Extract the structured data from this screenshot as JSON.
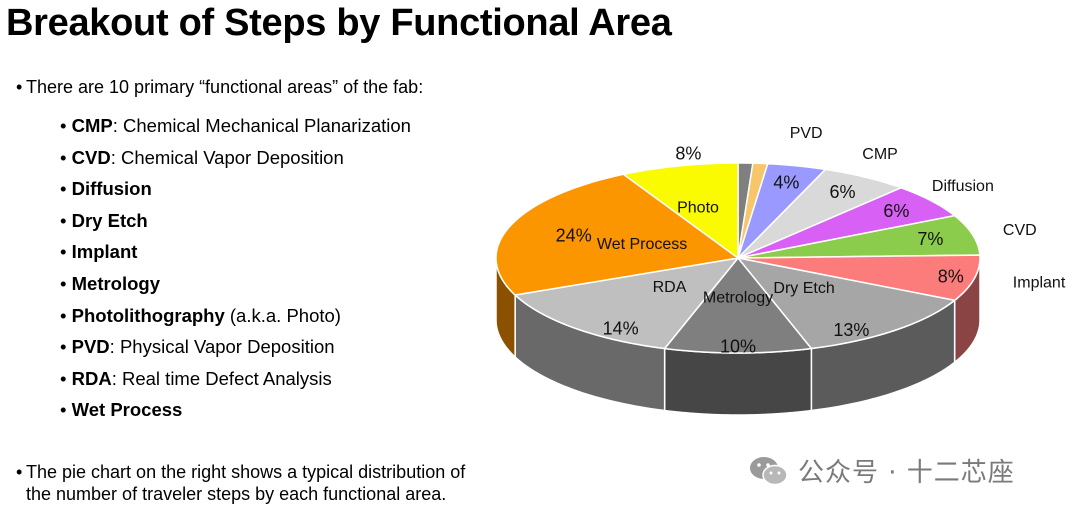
{
  "title": "Breakout of Steps by Functional Area",
  "intro": "There are 10 primary “functional areas” of the fab:",
  "areas": [
    {
      "name": "CMP",
      "desc": ": Chemical Mechanical Planarization"
    },
    {
      "name": "CVD",
      "desc": ": Chemical Vapor Deposition"
    },
    {
      "name": "Diffusion",
      "desc": ""
    },
    {
      "name": "Dry Etch",
      "desc": ""
    },
    {
      "name": "Implant",
      "desc": ""
    },
    {
      "name": "Metrology",
      "desc": ""
    },
    {
      "name": "Photolithography",
      "desc": " (a.k.a. Photo)"
    },
    {
      "name": "PVD",
      "desc": ": Physical Vapor Deposition"
    },
    {
      "name": "RDA",
      "desc": ": Real time Defect Analysis"
    },
    {
      "name": "Wet Process",
      "desc": ""
    }
  ],
  "footnote": {
    "line1": "The pie chart on the right shows a typical distribution of",
    "line2": "the number of traveler steps by each functional area."
  },
  "watermark": "公众号 · 十二芯座",
  "chart_data": {
    "type": "pie",
    "style": "3d",
    "start": "12 o'clock, clockwise",
    "slices": [
      {
        "label": "",
        "value": 1,
        "value_label": "",
        "color": "#7f7f7f"
      },
      {
        "label": "",
        "value": 1,
        "value_label": "",
        "color": "#f7c56a"
      },
      {
        "label": "PVD",
        "value": 4,
        "value_label": "4%",
        "color": "#9999ff"
      },
      {
        "label": "CMP",
        "value": 6,
        "value_label": "6%",
        "color": "#d9d9d9"
      },
      {
        "label": "Diffusion",
        "value": 6,
        "value_label": "6%",
        "color": "#d860f5"
      },
      {
        "label": "CVD",
        "value": 7,
        "value_label": "7%",
        "color": "#8ccc4c"
      },
      {
        "label": "Implant",
        "value": 8,
        "value_label": "8%",
        "color": "#fc7c7c"
      },
      {
        "label": "Dry Etch",
        "value": 13,
        "value_label": "13%",
        "color": "#a6a6a6"
      },
      {
        "label": "Metrology",
        "value": 10,
        "value_label": "10%",
        "color": "#7f7f7f"
      },
      {
        "label": "RDA",
        "value": 14,
        "value_label": "14%",
        "color": "#bfbfbf"
      },
      {
        "label": "Wet Process",
        "value": 24,
        "value_label": "24%",
        "color": "#fb9500"
      },
      {
        "label": "Photo",
        "value": 8,
        "value_label": "8%",
        "color": "#fafa00"
      }
    ]
  }
}
